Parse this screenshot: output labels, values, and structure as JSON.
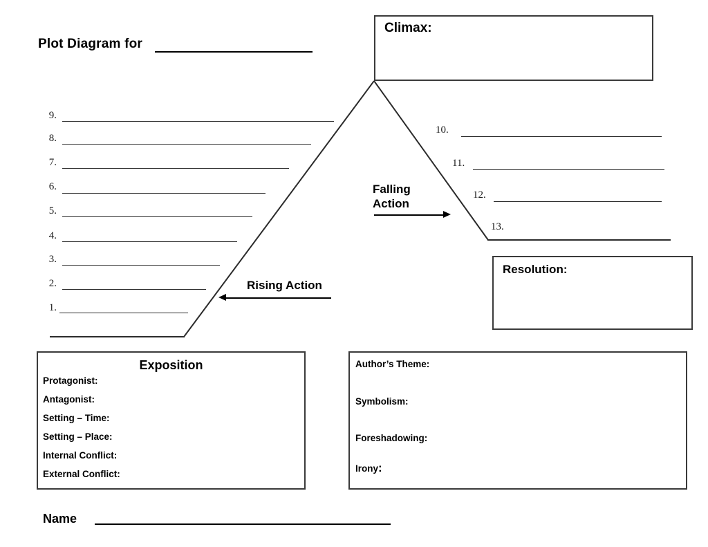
{
  "title": {
    "text": "Plot Diagram for",
    "blank_label": "title-blank-line"
  },
  "climax": {
    "label": "Climax:"
  },
  "resolution": {
    "label": "Resolution:"
  },
  "rising_action": {
    "label": "Rising Action",
    "arrow_direction": "left"
  },
  "falling_action": {
    "label_line1": "Falling",
    "label_line2": "Action",
    "arrow_direction": "right"
  },
  "rising_items": [
    {
      "number": "9."
    },
    {
      "number": "8."
    },
    {
      "number": "7."
    },
    {
      "number": "6."
    },
    {
      "number": "5."
    },
    {
      "number": "4."
    },
    {
      "number": "3."
    },
    {
      "number": "2."
    },
    {
      "number": "1."
    }
  ],
  "baseline_blank": "exposition-baseline",
  "falling_items": [
    {
      "number": "10."
    },
    {
      "number": "11."
    },
    {
      "number": "12."
    },
    {
      "number": "13."
    }
  ],
  "exposition": {
    "title": "Exposition",
    "items": [
      "Protagonist:",
      "Antagonist:",
      "Setting – Time:",
      "Setting – Place:",
      "Internal Conflict:",
      "External Conflict:"
    ]
  },
  "theme_panel": {
    "items": [
      {
        "text": "Author’s Theme:",
        "big_colon": false
      },
      {
        "text": "Symbolism:",
        "big_colon": false
      },
      {
        "text": "Foreshadowing:",
        "big_colon": false
      },
      {
        "text": "Irony",
        "big_colon": true
      }
    ]
  },
  "name_field": {
    "label": "Name"
  },
  "colors": {
    "ink": "#000000",
    "rule": "#2b2b2b",
    "panel_border": "#3a3a3a",
    "page": "#ffffff"
  }
}
